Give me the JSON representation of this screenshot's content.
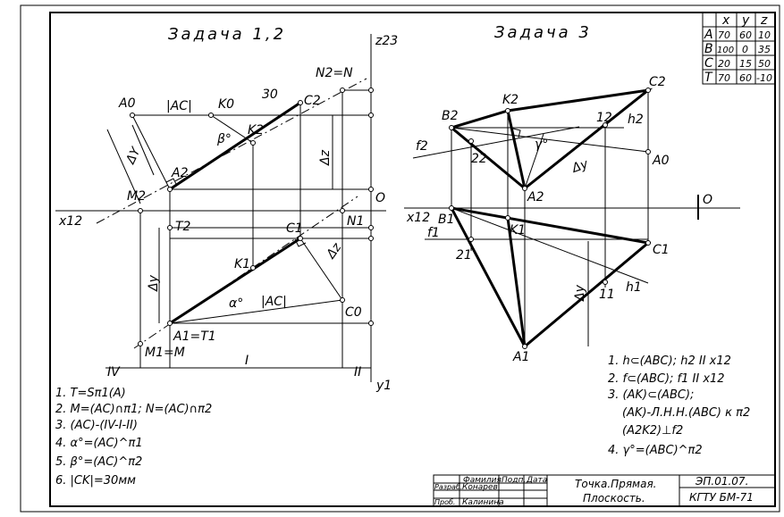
{
  "task12_title": "Задача 1,2",
  "task3_title": "Задача 3",
  "coord_table": {
    "headers": [
      "",
      "x",
      "y",
      "z"
    ],
    "rows": [
      [
        "A",
        "70",
        "60",
        "10"
      ],
      [
        "B",
        "100",
        "0",
        "35"
      ],
      [
        "C",
        "20",
        "15",
        "50"
      ],
      [
        "T",
        "70",
        "60",
        "-10"
      ]
    ]
  },
  "labels_left": {
    "z23": "z23",
    "x12": "x12",
    "y1": "y1",
    "O": "O",
    "A0": "A0",
    "AC_top": "|AC|",
    "K0": "K0",
    "d30": "30",
    "C2": "C2",
    "N2N": "N2=N",
    "beta": "β°",
    "K2": "K2",
    "A2": "A2",
    "dY": "ΔY",
    "M2": "M2",
    "dz": "Δz",
    "T2": "T2",
    "N1": "N1",
    "C1": "C1",
    "dz2": "Δz",
    "dy": "Δy",
    "K1": "K1",
    "alpha": "α°",
    "AC_bot": "|AC|",
    "C0": "C0",
    "A1T1": "A1=T1",
    "M1M": "M1=M",
    "IV": "IV",
    "I": "I",
    "II": "II"
  },
  "labels_right": {
    "C2": "C2",
    "K2": "K2",
    "B2": "B2",
    "h2": "h2",
    "one2": "12",
    "f2": "f2",
    "gamma": "γ°",
    "two2": "22",
    "dy": "Δy",
    "A0": "A0",
    "A2": "A2",
    "O": "O",
    "x12": "x12",
    "B1": "B1",
    "f1": "f1",
    "K1": "K1",
    "C1": "C1",
    "two1": "21",
    "dy2": "Δy",
    "one1": "11",
    "h1": "h1",
    "A1": "A1"
  },
  "notes_left": [
    "1. T=Sπ1(A)",
    "2. M=(AC)∩π1; N=(AC)∩π2",
    "3. (AC)-(IV-I-II)",
    "4. α°=(AC)^π1",
    "5. β°=(AC)^π2",
    "6. |CK|=30мм"
  ],
  "notes_right": [
    "1. h⊂(ABC); h2 II x12",
    "2. f⊂(ABC); f1 II x12",
    "3. (AK)⊂(ABC);",
    "(AK)-Л.Н.Н.(ABC) к π2",
    "(A2K2)⊥f2",
    "4. γ°=(ABC)^π2"
  ],
  "title_block": {
    "col_surname": "Фамилия",
    "col_sign": "Подп.",
    "col_date": "Дата",
    "row1_role": "Разраб.",
    "row1_name": "Конарев",
    "row2_role": "Проб.",
    "row2_name": "Калинина",
    "title_line1": "Точка.Прямая.",
    "title_line2": "Плоскость.",
    "code": "ЭП.01.07.",
    "org": "КГТУ БМ-71"
  }
}
